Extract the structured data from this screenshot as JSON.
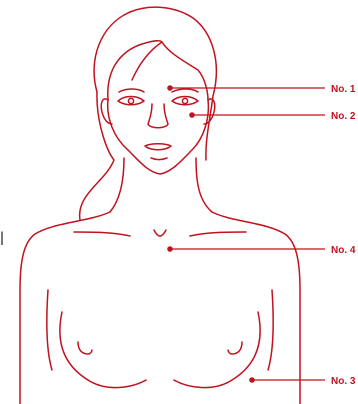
{
  "colors": {
    "line": "#c1121f",
    "background": "#ffffff"
  },
  "callouts": [
    {
      "id": "no-1",
      "label": "No. 1"
    },
    {
      "id": "no-2",
      "label": "No. 2"
    },
    {
      "id": "no-4",
      "label": "No. 4"
    },
    {
      "id": "no-3",
      "label": "No. 3"
    }
  ],
  "edge_mark": "l"
}
